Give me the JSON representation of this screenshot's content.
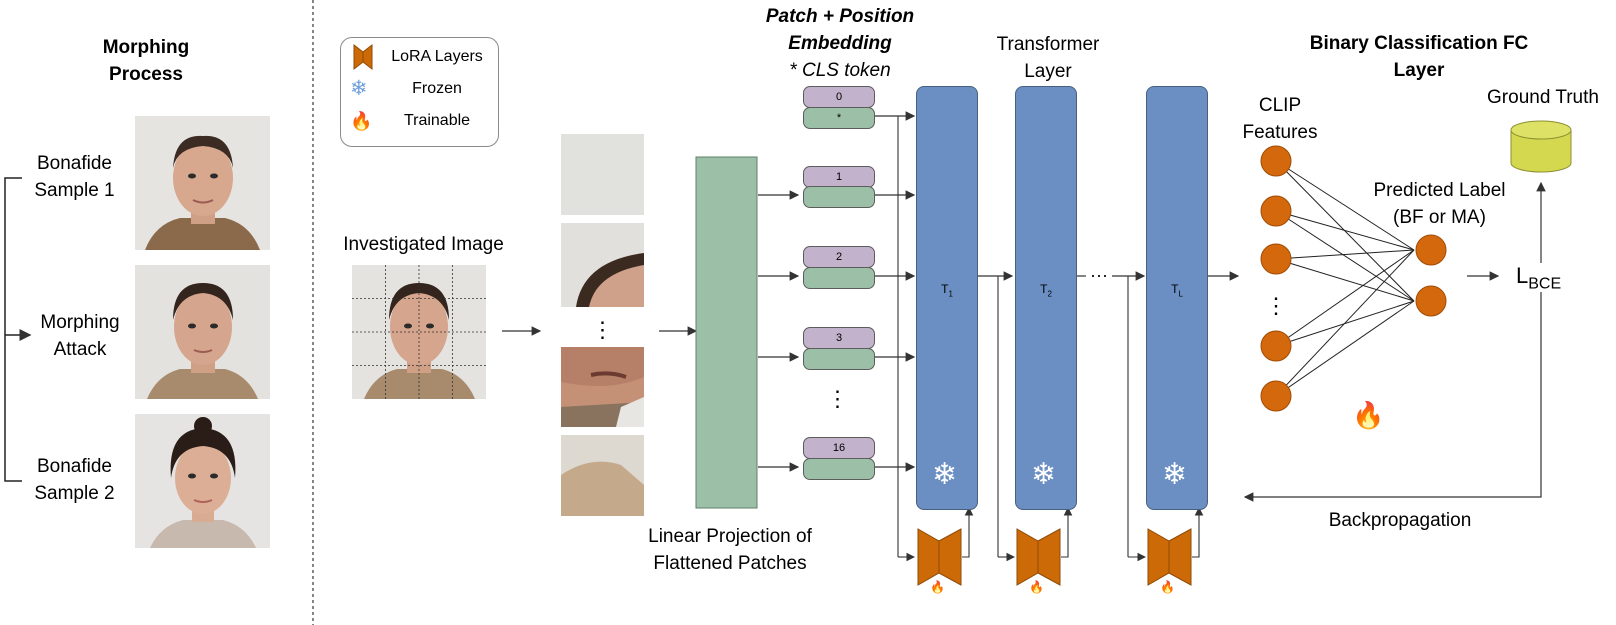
{
  "morphing": {
    "title": "Morphing Process",
    "bonafide1": "Bonafide Sample 1",
    "attack": "Morphing Attack",
    "bonafide2": "Bonafide Sample 2"
  },
  "legend": {
    "lora": "LoRA Layers",
    "frozen": "Frozen",
    "trainable": "Trainable"
  },
  "investigated_image": "Investigated Image",
  "patch_ellipsis": "⋮",
  "linear_projection": "Linear Projection of Flattened Patches",
  "patch_embedding": {
    "title": "Patch + Position Embedding",
    "note": "* CLS token",
    "tokens": [
      "0",
      "1",
      "2",
      "3",
      "16"
    ],
    "cls_mark": "*",
    "ellipsis": "⋮"
  },
  "transformer": {
    "title": "Transformer Layer",
    "labels": [
      "T1",
      "T2",
      "TL"
    ],
    "dots": "···"
  },
  "classification": {
    "title": "Binary Classification FC Layer",
    "clip_features": "CLIP Features",
    "ellipsis": "⋮",
    "predicted_label": "Predicted Label (BF or MA)",
    "ground_truth": "Ground Truth",
    "loss": "L",
    "loss_sub": "BCE",
    "backprop": "Backpropagation"
  },
  "colors": {
    "transformer_fill": "#6b8fc3",
    "projection_fill": "#9bc0a7",
    "position_fill": "#c2b2cb",
    "lora_fill": "#cc6a08",
    "node_fill": "#d3690c",
    "ground_truth_fill": "#d4d84e"
  },
  "icons": [
    "lora-icon",
    "snowflake-icon",
    "flame-icon"
  ]
}
